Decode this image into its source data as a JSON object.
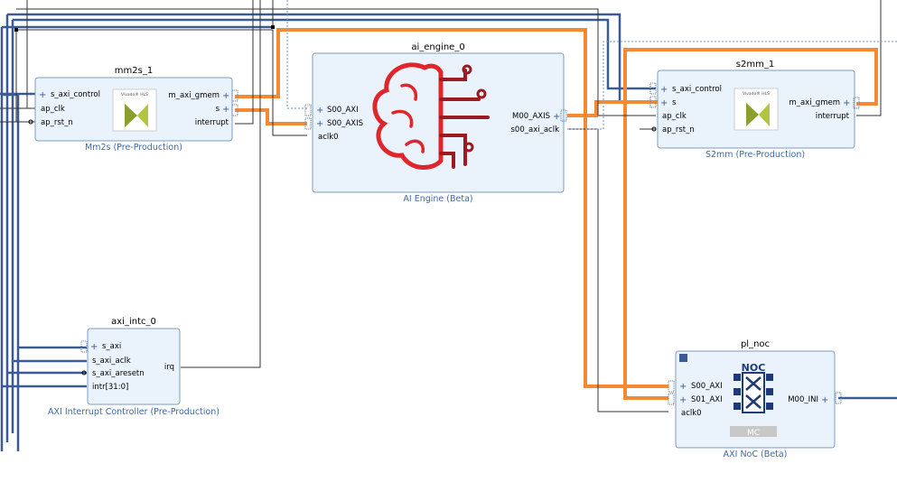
{
  "blocks": {
    "mm2s": {
      "title": "mm2s_1",
      "subtitle": "Mm2s (Pre-Production)",
      "ports_left": [
        "s_axi_control",
        "ap_clk",
        "ap_rst_n"
      ],
      "ports_right": [
        "m_axi_gmem",
        "s",
        "interrupt"
      ],
      "logo_text": "Vivado® HLS"
    },
    "ai_engine": {
      "title": "ai_engine_0",
      "subtitle": "AI Engine (Beta)",
      "ports_left": [
        "S00_AXI",
        "S00_AXIS",
        "aclk0"
      ],
      "ports_right": [
        "M00_AXIS",
        "s00_axi_aclk"
      ]
    },
    "s2mm": {
      "title": "s2mm_1",
      "subtitle": "S2mm (Pre-Production)",
      "ports_left": [
        "s_axi_control",
        "s",
        "ap_clk",
        "ap_rst_n"
      ],
      "ports_right": [
        "m_axi_gmem",
        "interrupt"
      ],
      "logo_text": "Vivado® HLS"
    },
    "axi_intc": {
      "title": "axi_intc_0",
      "subtitle": "AXI Interrupt Controller (Pre-Production)",
      "ports_left": [
        "s_axi",
        "s_axi_aclk",
        "s_axi_aresetn",
        "intr[31:0]"
      ],
      "ports_right": [
        "irq"
      ]
    },
    "pl_noc": {
      "title": "pl_noc",
      "subtitle": "AXI NoC (Beta)",
      "ports_left": [
        "S00_AXI",
        "S01_AXI",
        "aclk0"
      ],
      "ports_right": [
        "M00_INI"
      ],
      "logo_top": "NOC",
      "logo_bottom": "MC"
    }
  },
  "colors": {
    "block_fill": "#eaf3fb",
    "block_border": "#7f9cbf",
    "bus_wire": "#3c5a94",
    "stream_wire": "#f58a34",
    "net_wire": "#333333",
    "dotted_wire": "#8aa5c8",
    "ai_icon_red": "#e0262d",
    "ai_icon_dark_red": "#9a1b22",
    "subtitle": "#3d6aa8"
  },
  "icons": [
    "ai-engine-brain-icon",
    "vivado-hls-logo-icon",
    "noc-crossbar-icon"
  ]
}
